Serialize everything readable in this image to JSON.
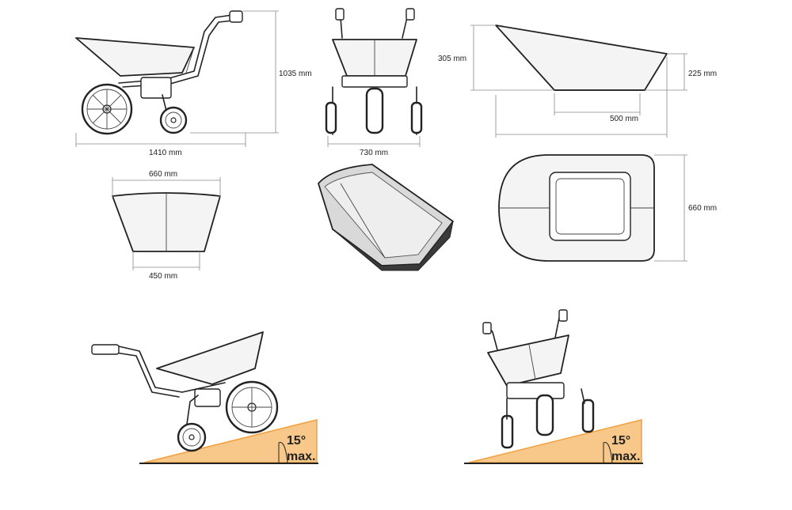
{
  "dimensions": {
    "side_length": "1410 mm",
    "side_height": "1035 mm",
    "front_width": "730 mm",
    "tub_side_height": "305 mm",
    "tub_side_lip_height": "225 mm",
    "tub_base_length": "500 mm",
    "tub_front_top_width": "660 mm",
    "tub_front_bottom_width": "450 mm",
    "tub_top_width": "660 mm"
  },
  "slope_labels": [
    {
      "angle": "15°",
      "note": "max."
    },
    {
      "angle": "15°",
      "note": "max."
    }
  ],
  "colors": {
    "slope_fill": "#f8c88a",
    "slope_stroke": "#f0a040",
    "line": "#222222",
    "dimension_line": "#8a8a8a"
  }
}
